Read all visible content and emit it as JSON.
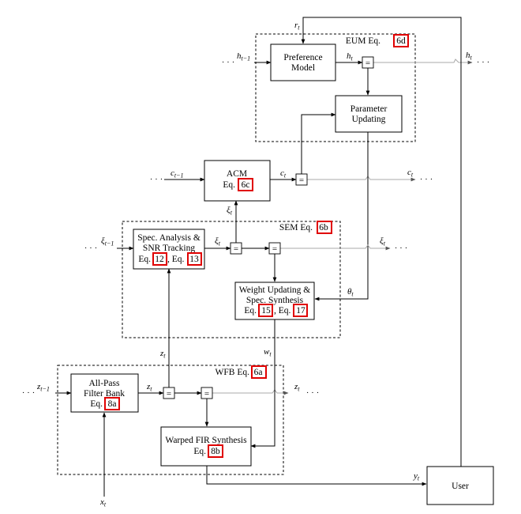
{
  "blocks": {
    "preference_model": [
      "Preference",
      "Model"
    ],
    "parameter_updating": [
      "Parameter",
      "Updating"
    ],
    "acm": {
      "title": "ACM",
      "eq_prefix": "Eq.",
      "eq": "6c"
    },
    "spec_analysis": {
      "line1": "Spec. Analysis &",
      "line2": "SNR Tracking",
      "eq_prefix": "Eq.",
      "eq1": "12",
      "sep": ", Eq.",
      "eq2": "13"
    },
    "weight_updating": {
      "line1": "Weight Updating &",
      "line2": "Spec. Synthesis",
      "eq_prefix": "Eq.",
      "eq1": "15",
      "sep": ", Eq.",
      "eq2": "17"
    },
    "all_pass": {
      "line1": "All-Pass",
      "line2": "Filter Bank",
      "eq_prefix": "Eq.",
      "eq": "8a"
    },
    "warped_fir": {
      "line1": "Warped FIR Synthesis",
      "eq_prefix": "Eq.",
      "eq": "8b"
    },
    "user": "User"
  },
  "groups": {
    "eum": {
      "prefix": "EUM Eq.",
      "eq": "6d"
    },
    "sem": {
      "prefix": "SEM Eq.",
      "eq": "6b"
    },
    "wfb": {
      "prefix": "WFB Eq.",
      "eq": "6a"
    }
  },
  "comparator_symbol": "=",
  "signals": {
    "ellipsis": "· · ·",
    "r": {
      "base": "r",
      "sub": "t"
    },
    "h_prev": {
      "base": "h",
      "sub": "t−1"
    },
    "h": {
      "base": "h",
      "sub": "t"
    },
    "c_prev": {
      "base": "c",
      "sub": "t−1"
    },
    "c": {
      "base": "c",
      "sub": "t"
    },
    "xi_prev": {
      "base": "ξ",
      "sub": "t−1"
    },
    "xi": {
      "base": "ξ",
      "sub": "t"
    },
    "theta": {
      "base": "θ",
      "sub": "t"
    },
    "w": {
      "base": "w",
      "sub": "t"
    },
    "z_prev": {
      "base": "z",
      "sub": "t−1"
    },
    "z": {
      "base": "z",
      "sub": "t"
    },
    "y": {
      "base": "y",
      "sub": "t"
    },
    "x": {
      "base": "x",
      "sub": "t"
    }
  }
}
